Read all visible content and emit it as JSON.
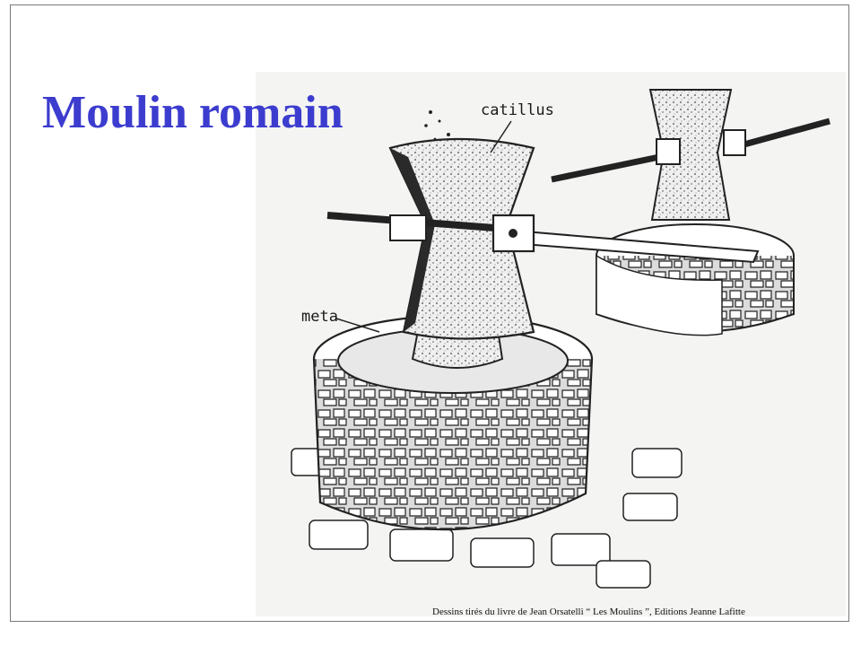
{
  "slide": {
    "title": "Moulin romain",
    "title_color": "#3c3ccf",
    "caption": "Dessins tirés du livre de Jean Orsatelli “ Les Moulins ”, Editions Jeanne Lafitte"
  },
  "illustration": {
    "subject": "roman-hand-mill-drawing",
    "labels": {
      "catillus": "catillus",
      "meta": "meta"
    }
  }
}
